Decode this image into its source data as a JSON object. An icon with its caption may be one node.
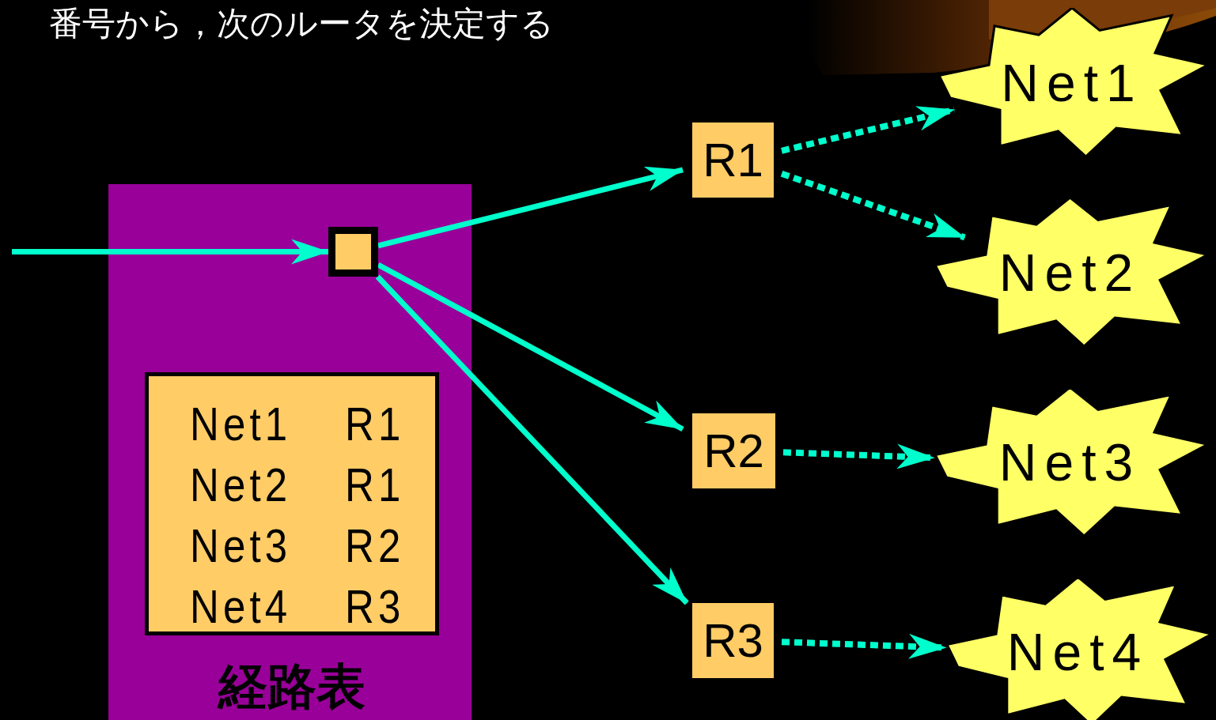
{
  "diagram": {
    "nodes": [
      {
        "text": [],
        "shape": "box"
      },
      {
        "text": [
          "Net1",
          "R1",
          "Net2",
          "R1",
          "Net3",
          "R2",
          "Net4",
          "R3"
        ],
        "in": 0,
        "beside": [
          "経路表"
        ]
      },
      {
        "text": [],
        "shape": "box",
        "in": 0
      },
      {
        "text": [
          "R1"
        ]
      },
      {
        "text": [
          "R2"
        ]
      },
      {
        "text": [
          "R3"
        ]
      },
      {
        "text": [
          "Net1"
        ]
      },
      {
        "text": [
          "Net2"
        ]
      },
      {
        "text": [
          "Net3"
        ]
      },
      {
        "text": [
          "Net4"
        ]
      }
    ],
    "edges": [
      {
        "from": null,
        "to": 2,
        "arrow": "to"
      },
      {
        "from": 2,
        "to": 3,
        "arrow": "to"
      },
      {
        "from": 2,
        "to": 4,
        "arrow": "to"
      },
      {
        "from": 2,
        "to": 5,
        "arrow": "to"
      },
      {
        "from": 3,
        "to": 6,
        "arrow": "to",
        "style": "dashed"
      },
      {
        "from": 3,
        "to": 7,
        "arrow": "to",
        "style": "dashed"
      },
      {
        "from": 4,
        "to": 8,
        "arrow": "to",
        "style": "dashed"
      },
      {
        "from": 5,
        "to": 9,
        "arrow": "to",
        "style": "dashed"
      }
    ],
    "labels": [
      "番号から，次のルータを決定する"
    ]
  }
}
